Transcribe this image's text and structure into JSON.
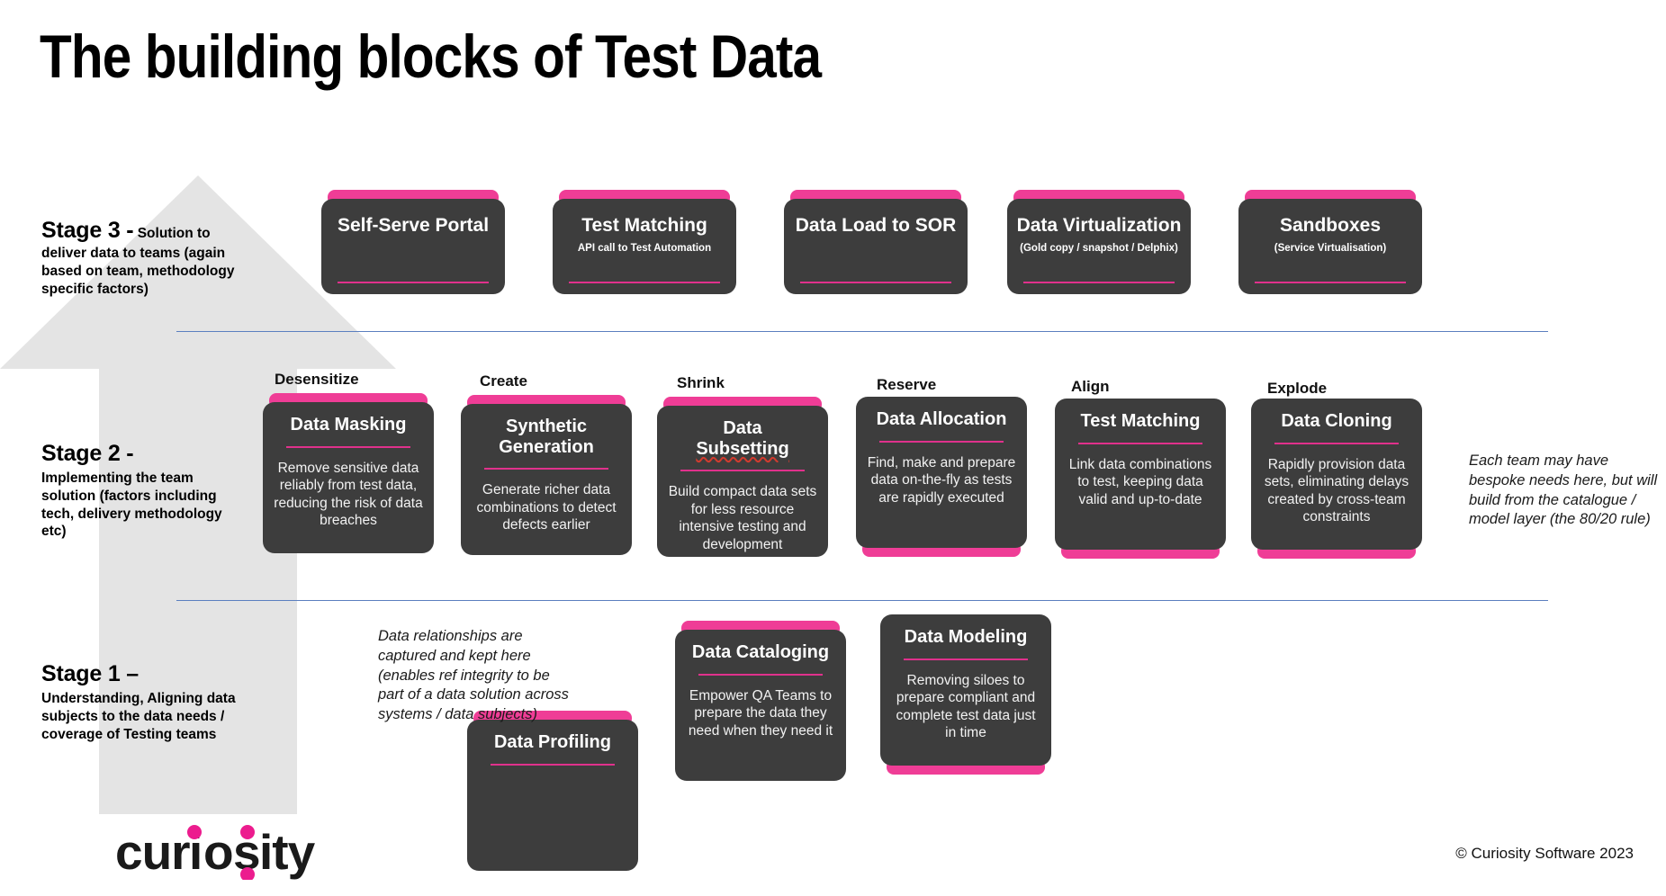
{
  "slide": {
    "title": "The building blocks of Test Data",
    "background_color": "#ffffff",
    "accent_pink": "#ef3d96",
    "card_dark": "#3d3d3d",
    "arrow_grey": "#e4e4e4",
    "divider_blue": "#5b7fbf"
  },
  "stages": {
    "stage3": {
      "name": "Stage 3 -",
      "description": " Solution to deliver data to teams (again based on team, methodology specific factors)"
    },
    "stage2": {
      "name": "Stage 2 -",
      "description": "Implementing the team solution (factors including tech, delivery methodology etc)"
    },
    "stage1": {
      "name": "Stage 1 –",
      "description": "Understanding, Aligning data subjects to the data needs / coverage of Testing teams"
    }
  },
  "stage3_cards": [
    {
      "title": "Self-Serve Portal",
      "subtitle": "",
      "bar": "top"
    },
    {
      "title": "Test Matching",
      "subtitle": "API call to Test Automation",
      "bar": "top"
    },
    {
      "title": "Data Load to SOR",
      "subtitle": "",
      "bar": "top"
    },
    {
      "title": "Data Virtualization",
      "subtitle": "(Gold copy / snapshot / Delphix)",
      "bar": "top"
    },
    {
      "title": "Sandboxes",
      "subtitle": "(Service Virtualisation)",
      "bar": "top"
    }
  ],
  "stage2_groups": [
    "Desensitize",
    "Create",
    "Shrink",
    "Reserve",
    "Align",
    "Explode"
  ],
  "stage2_cards": [
    {
      "title": "Data Masking",
      "desc": "Remove sensitive data reliably from test data, reducing the risk of data breaches",
      "bar": "top",
      "spellcheck": false
    },
    {
      "title": "Synthetic Generation",
      "desc": "Generate richer data combinations to detect defects earlier",
      "bar": "top",
      "spellcheck": false
    },
    {
      "title": "Data Subsetting",
      "desc": "Build compact data sets for less resource intensive testing and development",
      "bar": "top",
      "spellcheck": true
    },
    {
      "title": "Data Allocation",
      "desc": "Find, make and prepare data on-the-fly as tests are rapidly executed",
      "bar": "bottom",
      "spellcheck": false
    },
    {
      "title": "Test Matching",
      "desc": "Link data combinations to test, keeping data valid and up-to-date",
      "bar": "bottom",
      "spellcheck": false
    },
    {
      "title": "Data Cloning",
      "desc": "Rapidly provision data sets, eliminating delays created by cross-team constraints",
      "bar": "bottom",
      "spellcheck": false
    }
  ],
  "stage1_cards": [
    {
      "title": "Data Profiling",
      "desc": "",
      "bar": "top"
    },
    {
      "title": "Data Cataloging",
      "desc": "Empower QA Teams to prepare the data they need when they need it",
      "bar": "top"
    },
    {
      "title": "Data Modeling",
      "desc": "Removing siloes to prepare compliant and complete test data just in time",
      "bar": "bottom"
    }
  ],
  "notes": {
    "right": "Each team may have bespoke needs here, but will build from the catalogue / model layer (the 80/20 rule)",
    "stage1": "Data relationships are captured and kept here (enables ref integrity to be part of a data solution across systems / data subjects)"
  },
  "footer": {
    "logo_text": "curiosity",
    "copyright": "© Curiosity Software 2023"
  }
}
